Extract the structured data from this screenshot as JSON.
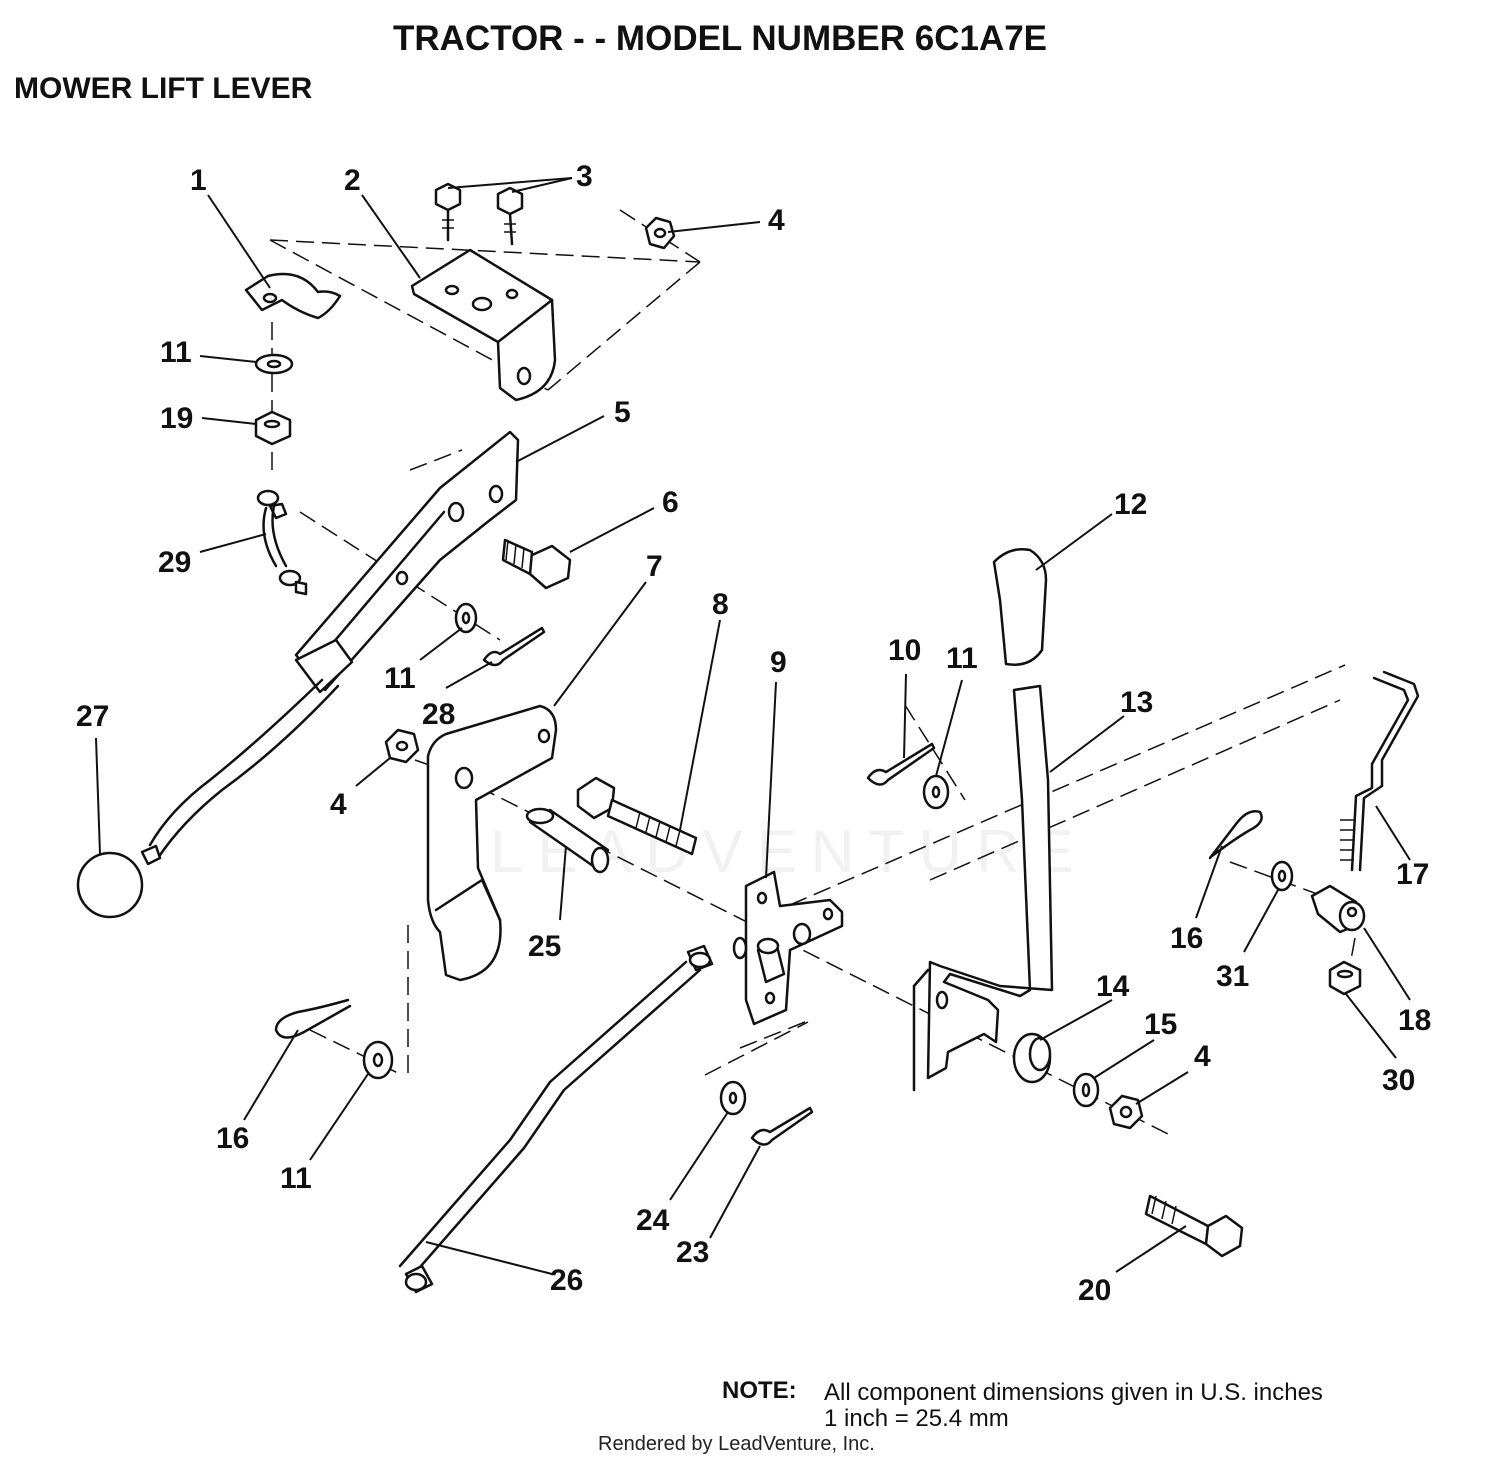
{
  "title": "TRACTOR  - - MODEL NUMBER 6C1A7E",
  "subtitle": "MOWER LIFT LEVER",
  "watermark": "LEADVENTURE",
  "note": {
    "label": "NOTE:",
    "line1": "All component dimensions given in U.S. inches",
    "line2": "1 inch = 25.4 mm"
  },
  "footer": "Rendered by LeadVenture, Inc.",
  "callouts": [
    {
      "label": "1"
    },
    {
      "label": "2"
    },
    {
      "label": "3"
    },
    {
      "label": "4"
    },
    {
      "label": "11"
    },
    {
      "label": "19"
    },
    {
      "label": "5"
    },
    {
      "label": "6"
    },
    {
      "label": "29"
    },
    {
      "label": "12"
    },
    {
      "label": "7"
    },
    {
      "label": "8"
    },
    {
      "label": "9"
    },
    {
      "label": "10"
    },
    {
      "label": "11"
    },
    {
      "label": "11"
    },
    {
      "label": "28"
    },
    {
      "label": "27"
    },
    {
      "label": "13"
    },
    {
      "label": "4"
    },
    {
      "label": "17"
    },
    {
      "label": "25"
    },
    {
      "label": "16"
    },
    {
      "label": "31"
    },
    {
      "label": "14"
    },
    {
      "label": "18"
    },
    {
      "label": "15"
    },
    {
      "label": "4"
    },
    {
      "label": "30"
    },
    {
      "label": "16"
    },
    {
      "label": "11"
    },
    {
      "label": "24"
    },
    {
      "label": "23"
    },
    {
      "label": "26"
    },
    {
      "label": "20"
    }
  ]
}
